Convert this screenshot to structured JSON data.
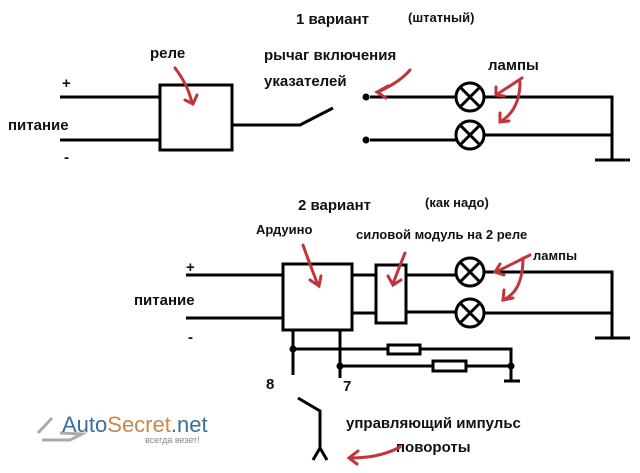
{
  "variant1": {
    "title": "1 вариант",
    "note": "(штатный)",
    "relay": "реле",
    "lever_line1": "рычаг включения",
    "lever_line2": "указателей",
    "lamps": "лампы",
    "power": "питание",
    "plus": "+",
    "minus": "-"
  },
  "variant2": {
    "title": "2 вариант",
    "note": "(как надо)",
    "arduino": "Ардуино",
    "module": "силовой модуль на 2 реле",
    "lamps": "лампы",
    "power": "питание",
    "plus": "+",
    "minus": "-",
    "pin8": "8",
    "pin7": "7",
    "control_line1": "управляющий импульс",
    "control_line2": "повороты"
  },
  "logo": {
    "brand_a": "Auto",
    "brand_b": "Secret",
    "brand_c": ".net",
    "tagline": "всегда везет!"
  },
  "colors": {
    "arrow": "#c0343a",
    "logo_blue": "#3a6f9a",
    "logo_orange": "#c9874a"
  }
}
